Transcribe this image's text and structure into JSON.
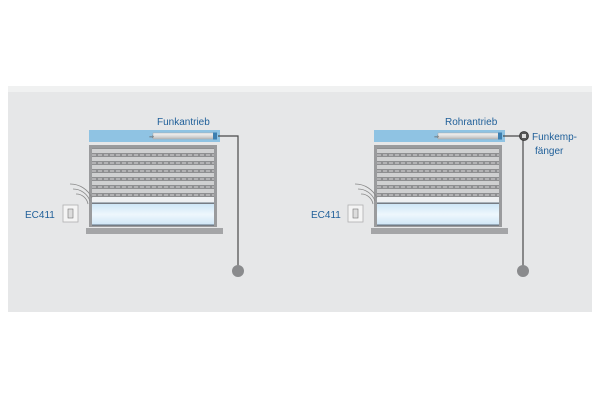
{
  "left": {
    "drive_label": "Funkantrieb",
    "switch_label": "EC411"
  },
  "right": {
    "drive_label": "Rohrantrieb",
    "switch_label": "EC411",
    "receiver_line1": "Funkemp-",
    "receiver_line2": "fänger"
  },
  "colors": {
    "wall": "#e6e7e8",
    "wall_top": "#f1f2f2",
    "box": "#8fc3e3",
    "text": "#1f5f99",
    "frame": "#9a9b9d",
    "cable": "#4a4a4a",
    "knob": "#8a8b8d"
  }
}
